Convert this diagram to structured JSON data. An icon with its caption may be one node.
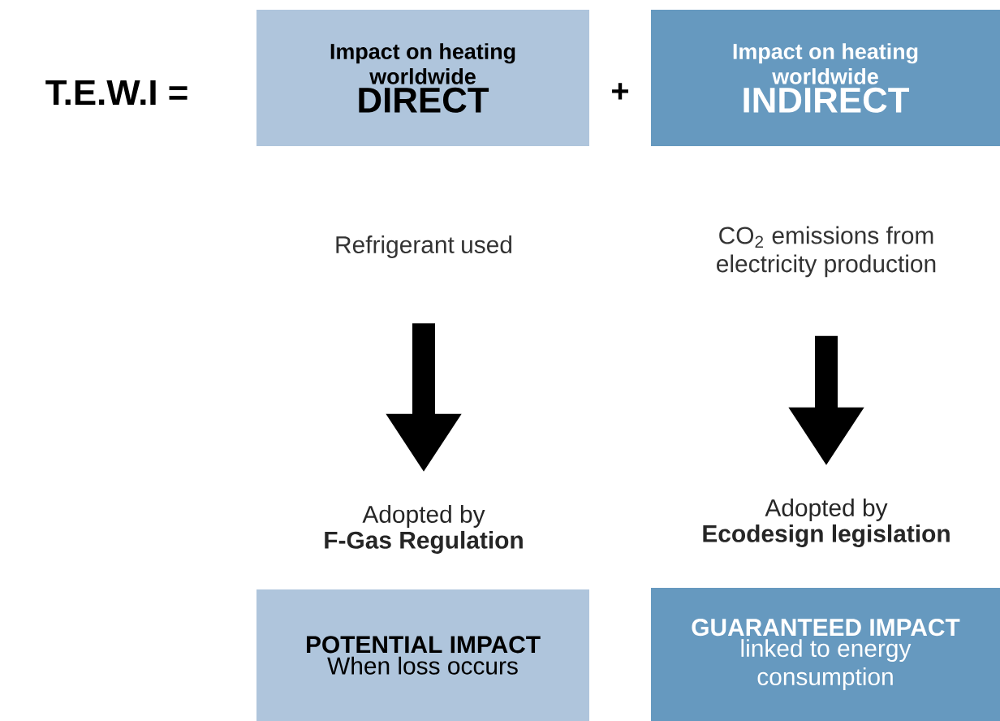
{
  "diagram": {
    "nodes": [
      {
        "text": [
          "Impact on heating worldwide",
          "DIRECT"
        ]
      },
      {
        "text": [
          "Impact on heating worldwide",
          "INDIRECT"
        ]
      },
      {
        "text": [
          "Refrigerant used"
        ]
      },
      {
        "text": [
          "CO$_{2}$ emissions from electricity production"
        ]
      },
      {
        "text": [
          "Adopted by",
          "F-Gas Regulation"
        ]
      },
      {
        "text": [
          "Adopted by",
          "Ecodesign legislation"
        ]
      },
      {
        "text": [
          "POTENTIAL IMPACT",
          "When loss occurs"
        ]
      },
      {
        "text": [
          "GUARANTEED IMPACT",
          "linked to energy consumption"
        ]
      }
    ],
    "edges": [
      {
        "from": 2,
        "to": 4,
        "arrow": "to"
      },
      {
        "from": 3,
        "to": 5,
        "arrow": "to"
      }
    ],
    "labels": [
      "T.E.W.I =",
      "+"
    ]
  }
}
